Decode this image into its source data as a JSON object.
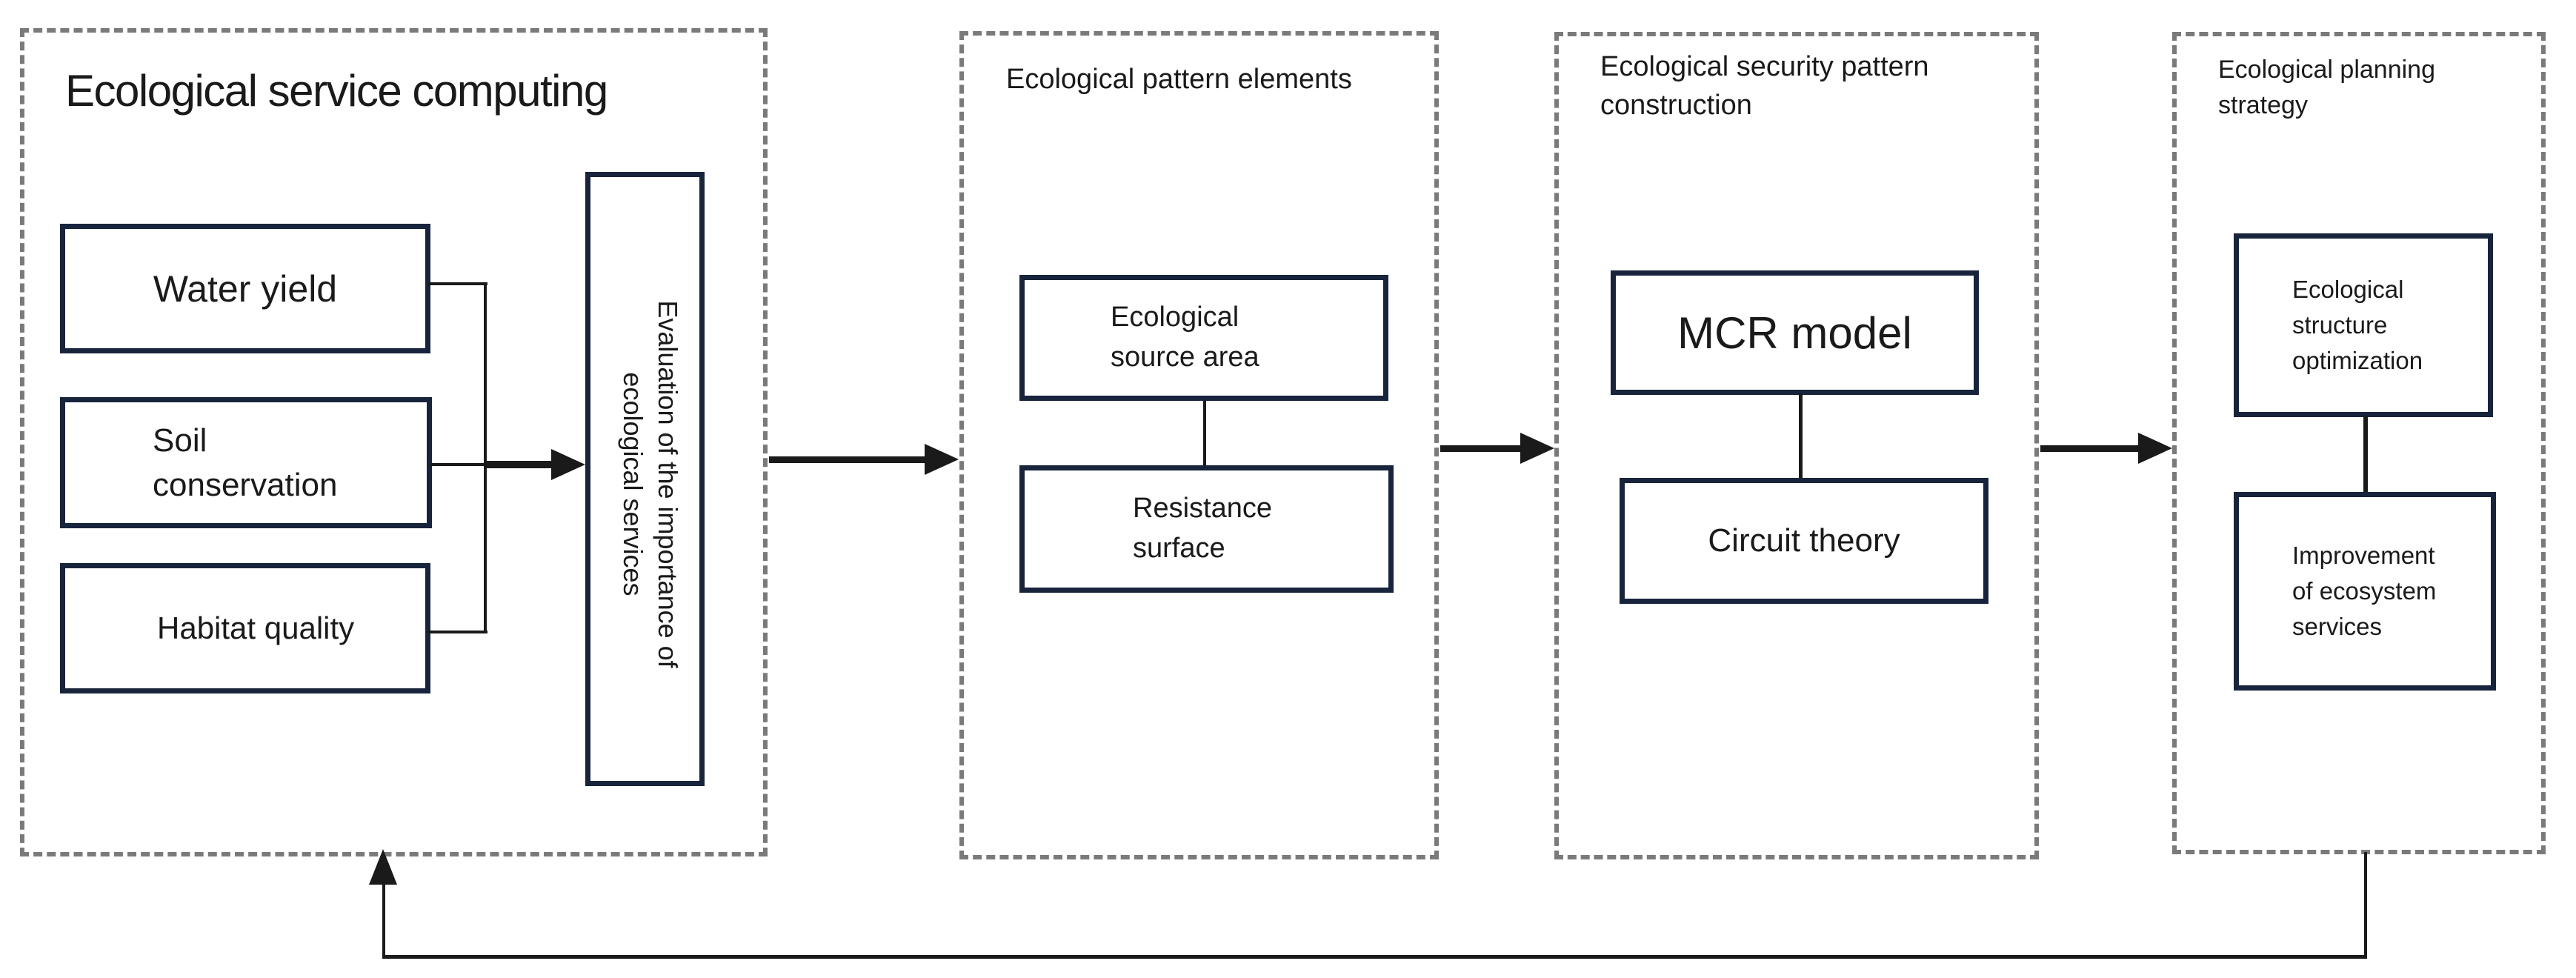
{
  "colors": {
    "background": "#ffffff",
    "solid_box_border": "#17243c",
    "dashed_box_border": "#7a7a7a",
    "line": "#1a1a1a",
    "text": "#1a1a1a"
  },
  "groups": {
    "service": {
      "title": "Ecological service computing",
      "water_yield": "Water yield",
      "soil_conservation": [
        "Soil",
        "conservation"
      ],
      "habitat_quality": "Habitat quality",
      "evaluation": [
        "Evaluation of the importance of",
        "ecological services"
      ]
    },
    "pattern": {
      "title": "Ecological pattern elements",
      "ecological_source_area": [
        "Ecological",
        "source area"
      ],
      "resistance_surface": [
        "Resistance",
        "surface"
      ]
    },
    "security": {
      "title": [
        "Ecological security pattern",
        "construction"
      ],
      "mcr_model": "MCR model",
      "circuit_theory": "Circuit theory"
    },
    "planning": {
      "title": [
        "Ecological planning",
        "strategy"
      ],
      "structure_optimization": [
        "Ecological",
        "structure",
        "optimization"
      ],
      "improvement": [
        "Improvement",
        "of ecosystem",
        "services"
      ]
    }
  }
}
